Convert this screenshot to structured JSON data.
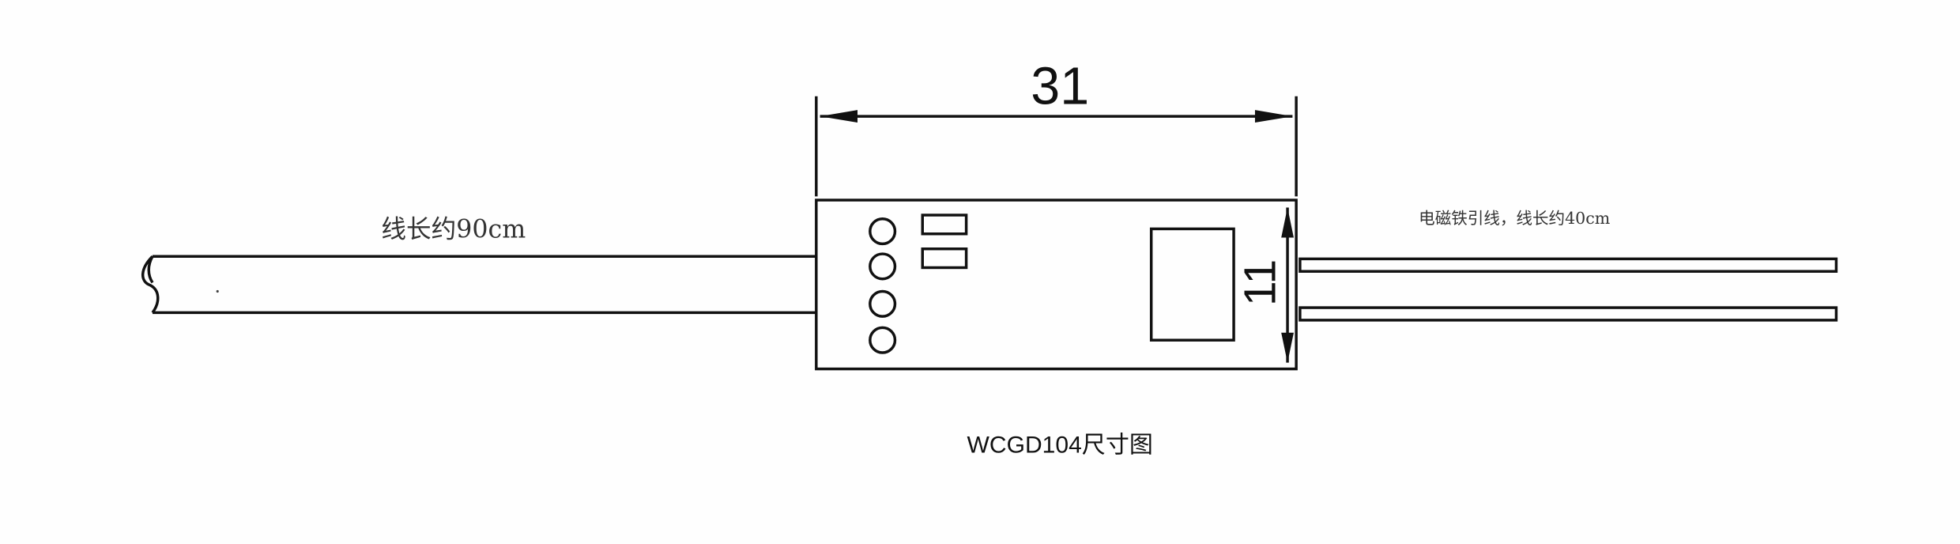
{
  "diagram": {
    "title": "WCGD104尺寸图",
    "width_dimension": "31",
    "height_dimension": "11",
    "left_cable_label": "线长约90cm",
    "right_leads_label": "电磁铁引线，线长约40cm"
  }
}
